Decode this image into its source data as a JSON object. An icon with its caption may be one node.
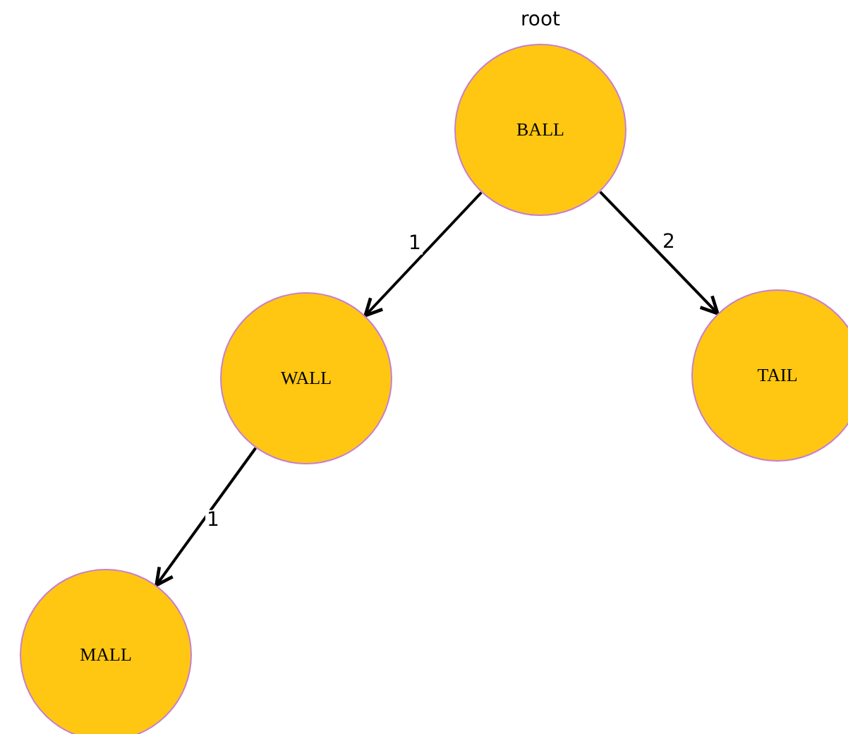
{
  "diagram": {
    "nodes": [
      {
        "text": [
          "BALL"
        ],
        "beside": [
          "root"
        ]
      },
      {
        "text": [
          "WALL"
        ]
      },
      {
        "text": [
          "TAIL"
        ]
      },
      {
        "text": [
          "MALL"
        ]
      }
    ],
    "edges": [
      {
        "from": 0,
        "to": 1,
        "arrow": "to",
        "label": "1"
      },
      {
        "from": 0,
        "to": 2,
        "arrow": "to",
        "label": "2"
      },
      {
        "from": 1,
        "to": 3,
        "arrow": "to",
        "label": "1"
      }
    ]
  }
}
